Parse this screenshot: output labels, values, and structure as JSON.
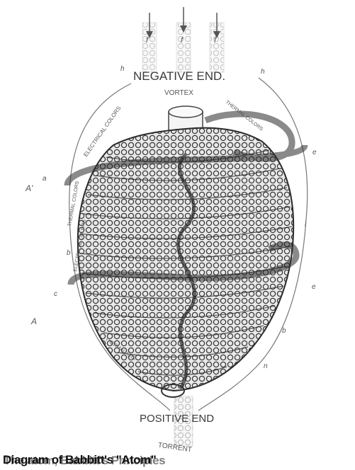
{
  "diagram": {
    "labels": {
      "negative_end": "NEGATIVE END.",
      "vortex": "VORTEX",
      "positive_end": "POSITIVE END",
      "torrent": "TORRENT",
      "electrical_colors": "ELECTRICAL COLORS",
      "thermal_colors_left": "THERMAL COLORS",
      "thermal_colors_right": "THERMAL COLORS",
      "electrical_colors_lower": "ELECTRICAL COLORS",
      "thermal_axis": "THERMAL AXIS",
      "letter_f1": "f",
      "letter_f2": "f",
      "letter_f3": "f",
      "letter_a_prime": "A'",
      "letter_a": "A",
      "letter_a_small": "a",
      "letter_b": "b",
      "letter_b2": "b",
      "letter_c": "c",
      "letter_e1": "e",
      "letter_e2": "e",
      "letter_i": "i",
      "letter_h": "h",
      "letter_h2": "h",
      "letter_n": "n"
    }
  },
  "caption": {
    "line_a": "Diagram of Babbitt's \"Atom\"",
    "line_b": "The atom, Babbitt's Principles"
  },
  "colors": {
    "ink": "#2b2b2b",
    "coil": "#3a3a3a",
    "paper": "#ffffff"
  }
}
